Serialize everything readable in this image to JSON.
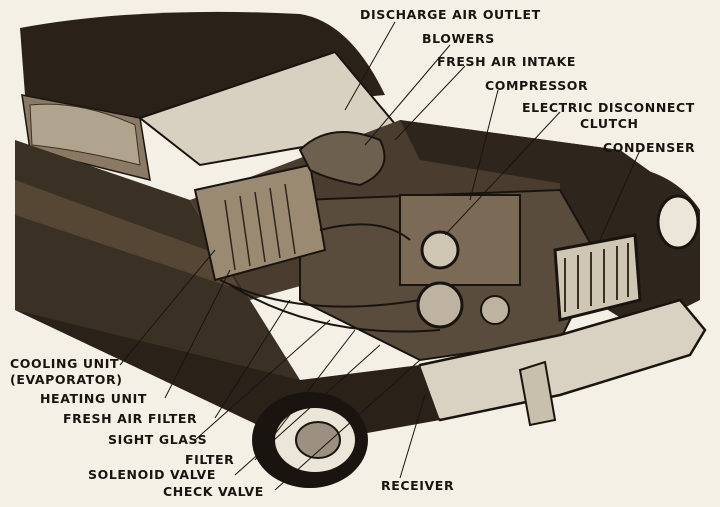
{
  "colors": {
    "ink": "#1a1410",
    "body": "#3b3024",
    "body_dark": "#231c15",
    "body_light": "#6e604e",
    "chrome": "#d9d2c2",
    "paper": "#f4f0e6",
    "engine": "#5a4c3c"
  },
  "labels": {
    "discharge_air_outlet": "DISCHARGE AIR OUTLET",
    "blowers": "BLOWERS",
    "fresh_air_intake": "FRESH AIR INTAKE",
    "compressor": "COMPRESSOR",
    "electric_disconnect": "ELECTRIC DISCONNECT",
    "clutch": "CLUTCH",
    "condenser": "CONDENSER",
    "cooling_unit": "COOLING UNIT",
    "evaporator": "(EVAPORATOR)",
    "heating_unit": "HEATING UNIT",
    "fresh_air_filter": "FRESH AIR FILTER",
    "sight_glass": "SIGHT GLASS",
    "filter": "FILTER",
    "solenoid_valve": "SOLENOID VALVE",
    "check_valve": "CHECK VALVE",
    "receiver": "RECEIVER"
  }
}
